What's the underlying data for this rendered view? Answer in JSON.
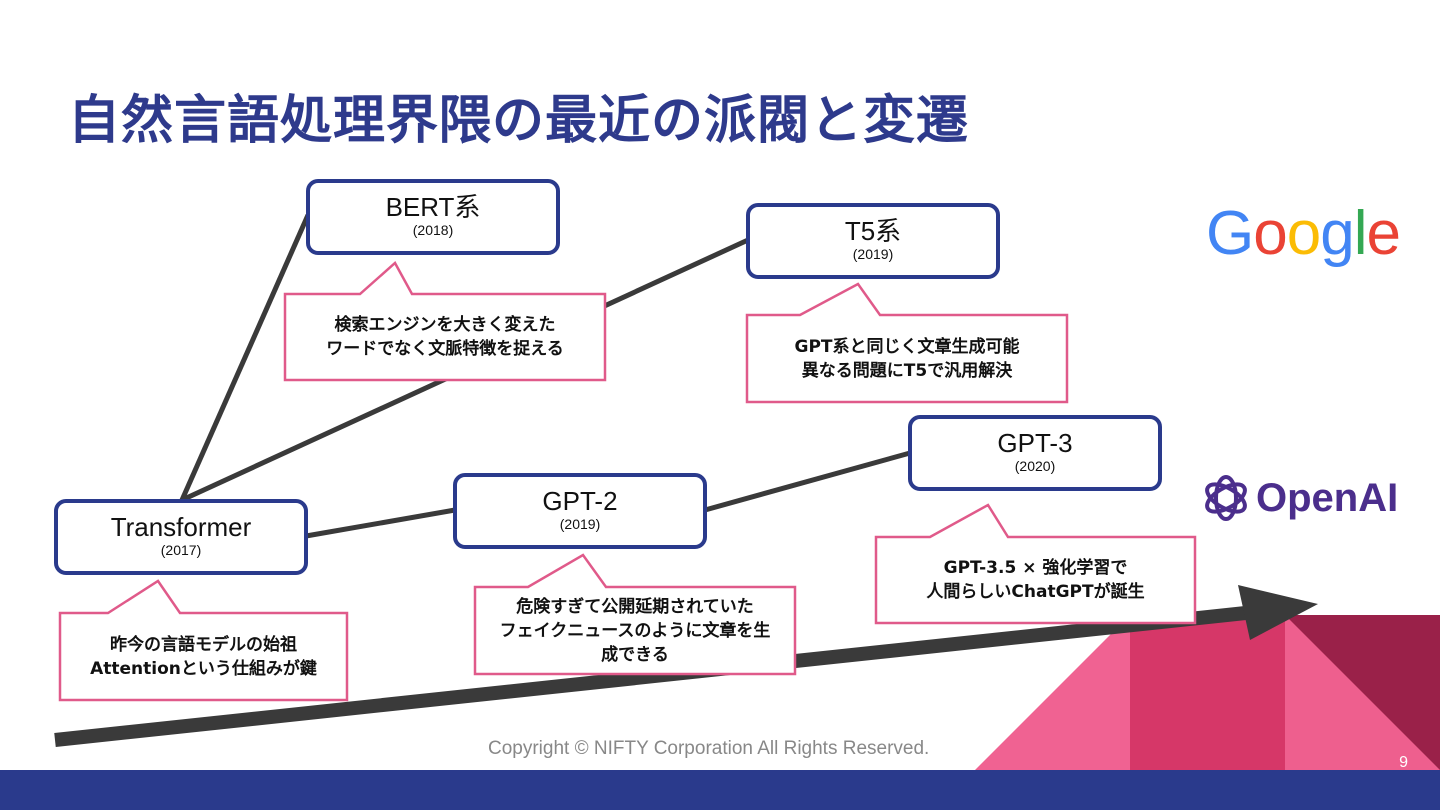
{
  "slide": {
    "title": "自然言語処理界隈の最近の派閥と変遷",
    "copyright": "Copyright © NIFTY Corporation All Rights Reserved.",
    "page_number": "9"
  },
  "nodes": {
    "transformer": {
      "name": "Transformer",
      "year": "(2017)"
    },
    "bert": {
      "name": "BERT系",
      "year": "(2018)"
    },
    "t5": {
      "name": "T5系",
      "year": "(2019)"
    },
    "gpt2": {
      "name": "GPT-2",
      "year": "(2019)"
    },
    "gpt3": {
      "name": "GPT-3",
      "year": "(2020)"
    }
  },
  "callouts": {
    "transformer": "昨今の言語モデルの始祖\nAttentionという仕組みが鍵",
    "bert": "検索エンジンを大きく変えた\nワードでなく文脈特徴を捉える",
    "t5": "GPT系と同じく文章生成可能\n異なる問題にT5で汎用解決",
    "gpt2": "危険すぎて公開延期されていた\nフェイクニュースのように文章を生\n成できる",
    "gpt3": "GPT-3.5 × 強化学習で\n人間らしいChatGPTが誕生"
  },
  "logos": {
    "google": {
      "letters": [
        "G",
        "o",
        "o",
        "g",
        "l",
        "e"
      ],
      "colors": [
        "#4285F4",
        "#EA4335",
        "#FBBC05",
        "#4285F4",
        "#34A853",
        "#EA4335"
      ]
    },
    "openai": {
      "text": "OpenAI",
      "icon": "openai-knot-icon",
      "color": "#4b2e8c"
    }
  },
  "colors": {
    "accent_blue": "#2a3a8c",
    "callout_pink": "#e05a8a",
    "connector": "#3a3a3a"
  }
}
